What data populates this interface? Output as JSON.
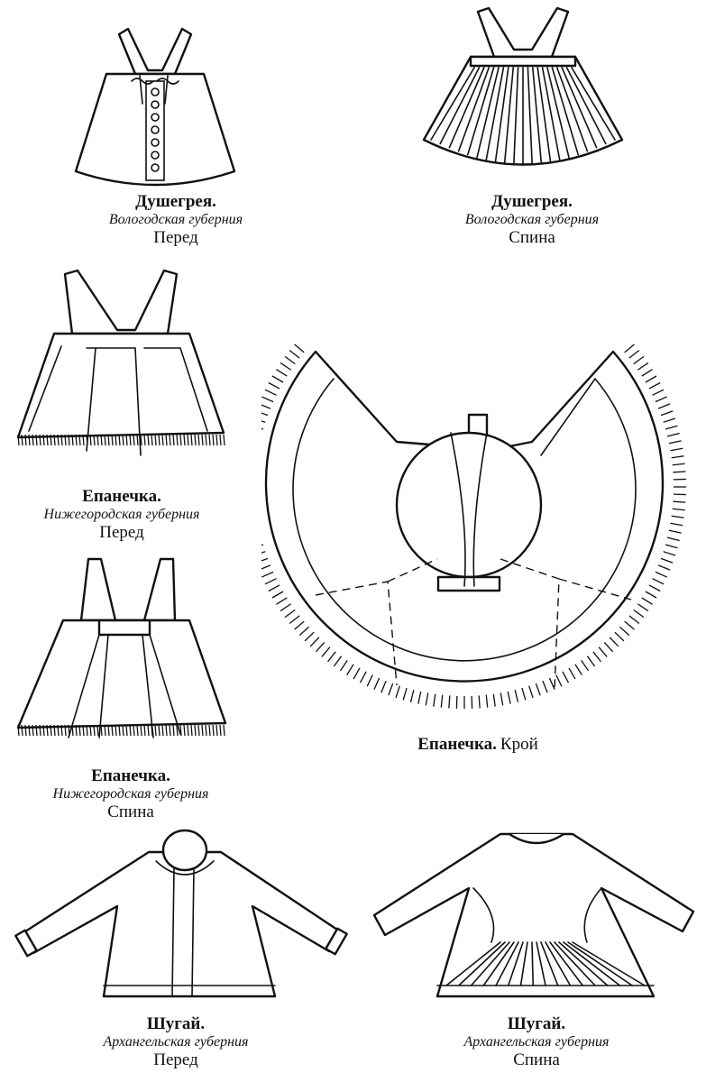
{
  "figures": [
    {
      "title": "Душегрея.",
      "region": "Вологодская губерния",
      "view": "Перед"
    },
    {
      "title": "Душегрея.",
      "region": "Вологодская губерния",
      "view": "Спина"
    },
    {
      "title": "Епанечка.",
      "region": "Нижегородская губерния",
      "view": "Перед"
    },
    {
      "title": "Епанечка.",
      "region": "",
      "view": "Крой"
    },
    {
      "title": "Епанечка.",
      "region": "Нижегородская губерния",
      "view": "Спина"
    },
    {
      "title": "Шугай.",
      "region": "Архангельская губерния",
      "view": "Перед"
    },
    {
      "title": "Шугай.",
      "region": "Архангельская губерния",
      "view": "Спина"
    }
  ]
}
